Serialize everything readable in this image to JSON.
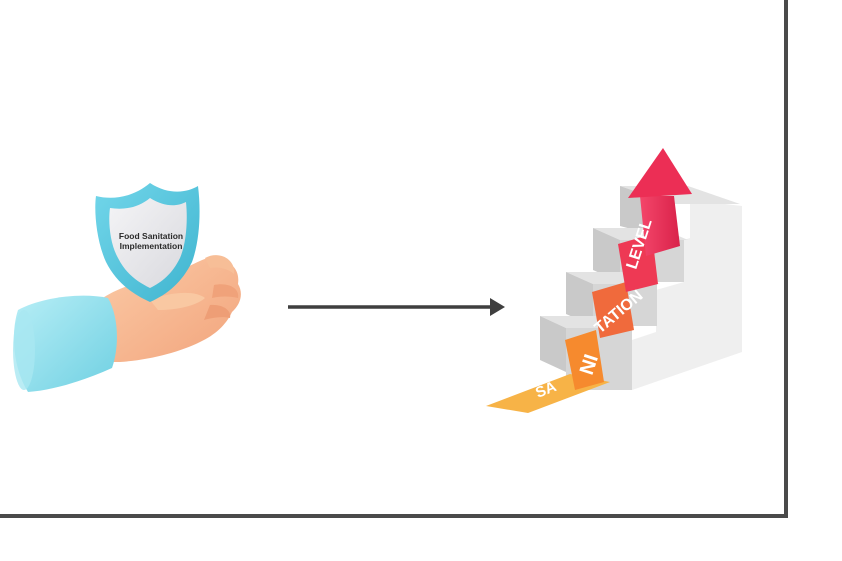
{
  "shield": {
    "line1": "Food Sanitation",
    "line2": "Implementation"
  },
  "stairs": {
    "word_sa": "SA",
    "word_ni": "NI",
    "word_tation": "TATION",
    "word_level": "LEVEL"
  },
  "colors": {
    "frame": "#4a4a4a",
    "arrow": "#3f3f3f",
    "shield": "#56c6dc",
    "cuff": "#8fdde9",
    "hand": "#f6b891",
    "path_yellow": "#f7b347",
    "path_orange": "#f68a2e",
    "path_red_orange": "#f06a3c",
    "path_red": "#ee3954",
    "up_arrow": "#ec2e55"
  }
}
